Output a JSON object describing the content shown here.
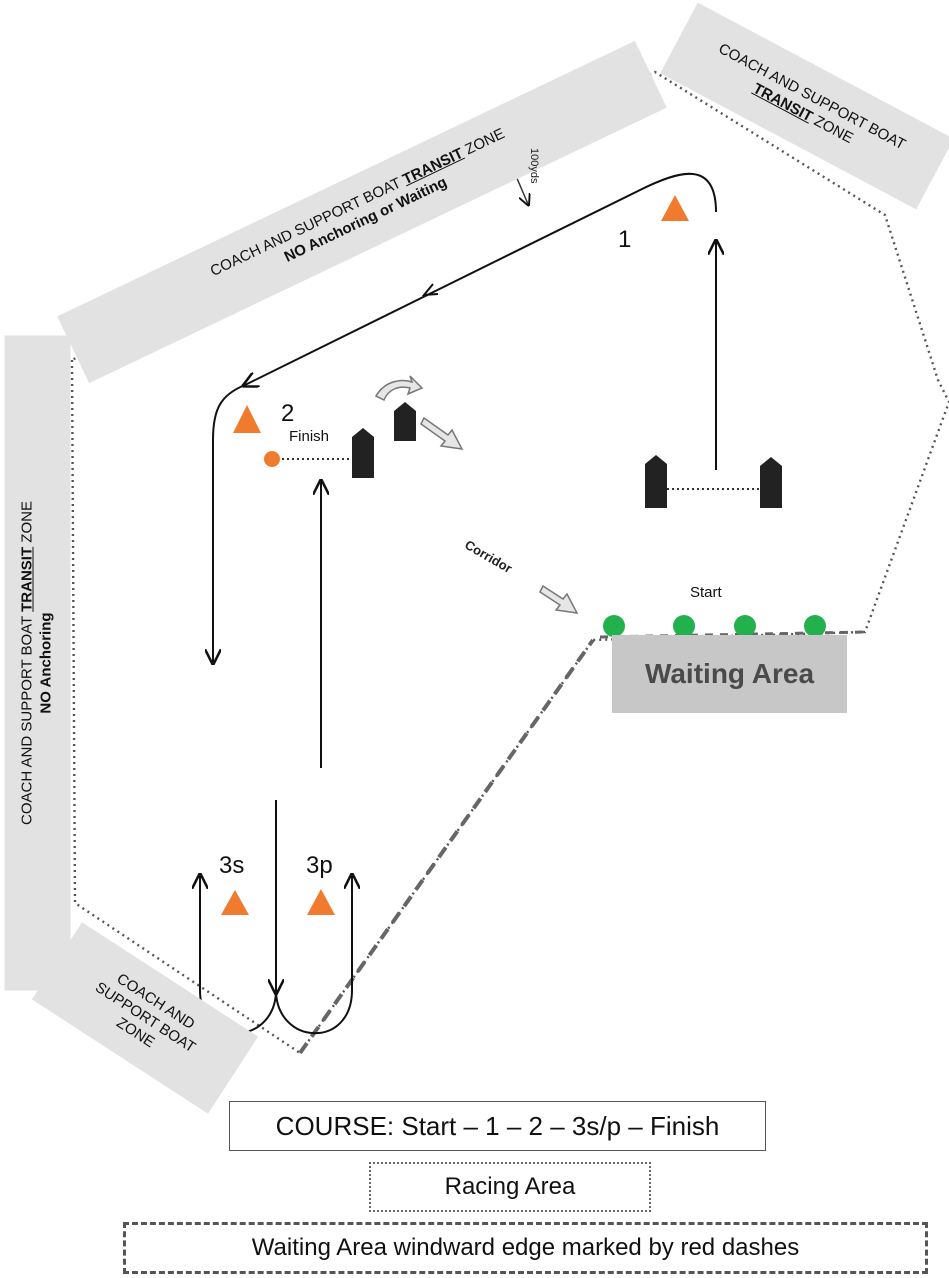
{
  "zones": {
    "top_left": {
      "line1": "COACH AND SUPPORT BOAT",
      "line1_emph": "TRANSIT",
      "line1_end": "ZONE",
      "line2": "NO Anchoring or Waiting"
    },
    "top_right": {
      "line1": "COACH AND SUPPORT BOAT",
      "line2_emph": "TRANSIT",
      "line2_end": "ZONE"
    },
    "left": {
      "line1": "COACH AND SUPPORT BOAT",
      "line1_emph": "TRANSIT",
      "line1_end": "ZONE",
      "line2": "NO Anchoring"
    },
    "bottom_left": {
      "line1": "COACH AND",
      "line2": "SUPPORT BOAT",
      "line3": "ZONE"
    }
  },
  "marks": {
    "mark_1": "1",
    "mark_2": "2",
    "mark_3s": "3s",
    "mark_3p": "3p"
  },
  "labels": {
    "finish": "Finish",
    "start": "Start",
    "corridor": "Corridor",
    "distance": "100yds",
    "waiting_area": "Waiting Area"
  },
  "legend": {
    "course": "COURSE:  Start – 1 – 2 – 3s/p – Finish",
    "racing_area": "Racing Area",
    "waiting_edge": "Waiting Area windward edge marked by red dashes"
  },
  "colors": {
    "mark_orange": "#f07b2e",
    "buoy_green": "#22b14c",
    "zone_grey": "#e2e2e2",
    "waiting_grey": "#c7c7c7",
    "boat_black": "#222222"
  }
}
